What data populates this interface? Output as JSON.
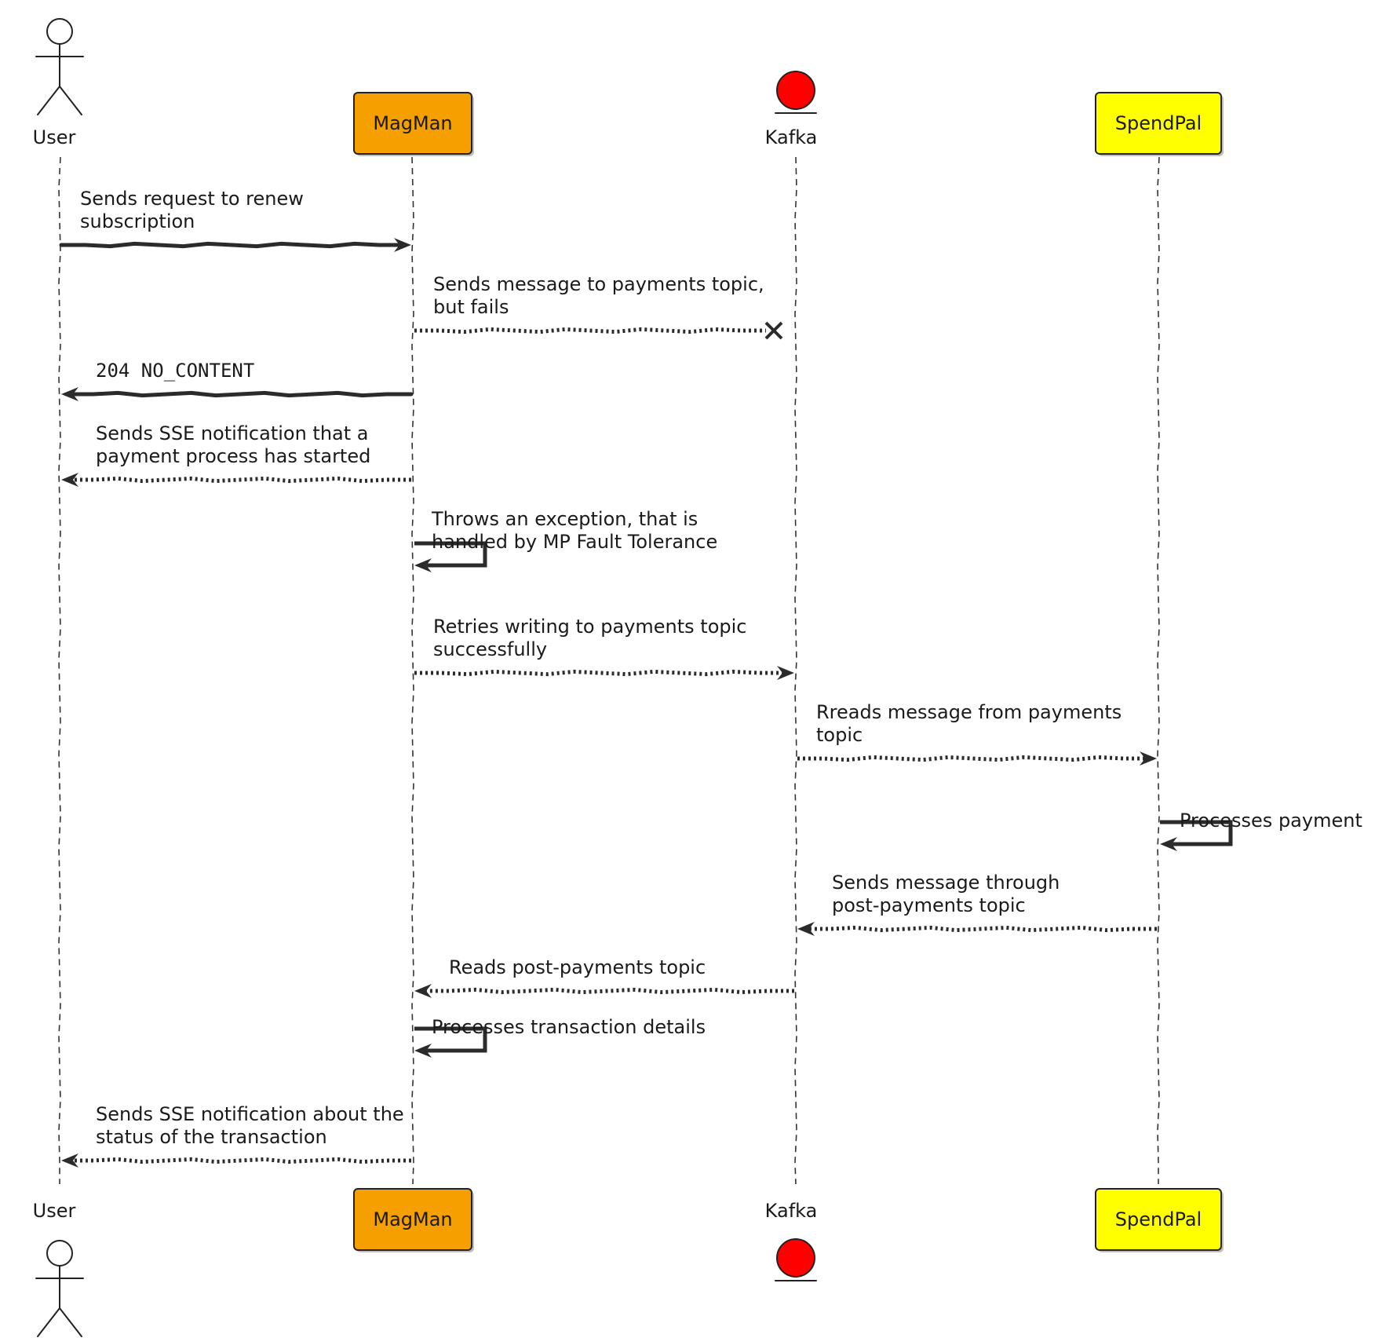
{
  "participants": [
    {
      "id": "user",
      "label": "User",
      "kind": "actor"
    },
    {
      "id": "magman",
      "label": "MagMan",
      "kind": "box",
      "color": "#f5a000"
    },
    {
      "id": "kafka",
      "label": "Kafka",
      "kind": "entity",
      "color": "#ff0000"
    },
    {
      "id": "spendpal",
      "label": "SpendPal",
      "kind": "box",
      "color": "#ffff00"
    }
  ],
  "messages": [
    {
      "from": "user",
      "to": "magman",
      "style": "solid",
      "lines": [
        "Sends request to renew",
        "subscription"
      ]
    },
    {
      "from": "magman",
      "to": "kafka",
      "style": "dotted",
      "lost": true,
      "lines": [
        "Sends message to payments topic,",
        "but fails"
      ]
    },
    {
      "from": "magman",
      "to": "user",
      "style": "solid",
      "mono": true,
      "lines": [
        "204 NO_CONTENT"
      ]
    },
    {
      "from": "magman",
      "to": "user",
      "style": "dotted",
      "lines": [
        "Sends SSE notification that a",
        "payment process has started"
      ]
    },
    {
      "from": "magman",
      "to": "magman",
      "style": "solid",
      "lines": [
        "Throws an exception, that is",
        "handled by MP Fault Tolerance"
      ]
    },
    {
      "from": "magman",
      "to": "kafka",
      "style": "dotted",
      "lines": [
        "Retries writing to payments topic",
        "successfully"
      ]
    },
    {
      "from": "kafka",
      "to": "spendpal",
      "style": "dotted",
      "lines": [
        "Rreads message from payments",
        "topic"
      ]
    },
    {
      "from": "spendpal",
      "to": "spendpal",
      "style": "solid",
      "lines": [
        "Processes payment"
      ]
    },
    {
      "from": "spendpal",
      "to": "kafka",
      "style": "dotted",
      "lines": [
        "Sends message through",
        "post-payments topic"
      ]
    },
    {
      "from": "kafka",
      "to": "magman",
      "style": "dotted",
      "lines": [
        "Reads post-payments topic"
      ]
    },
    {
      "from": "magman",
      "to": "magman",
      "style": "solid",
      "lines": [
        "Processes transaction details"
      ]
    },
    {
      "from": "magman",
      "to": "user",
      "style": "dotted",
      "lines": [
        "Sends SSE notification about the",
        "status of the transaction"
      ]
    }
  ]
}
